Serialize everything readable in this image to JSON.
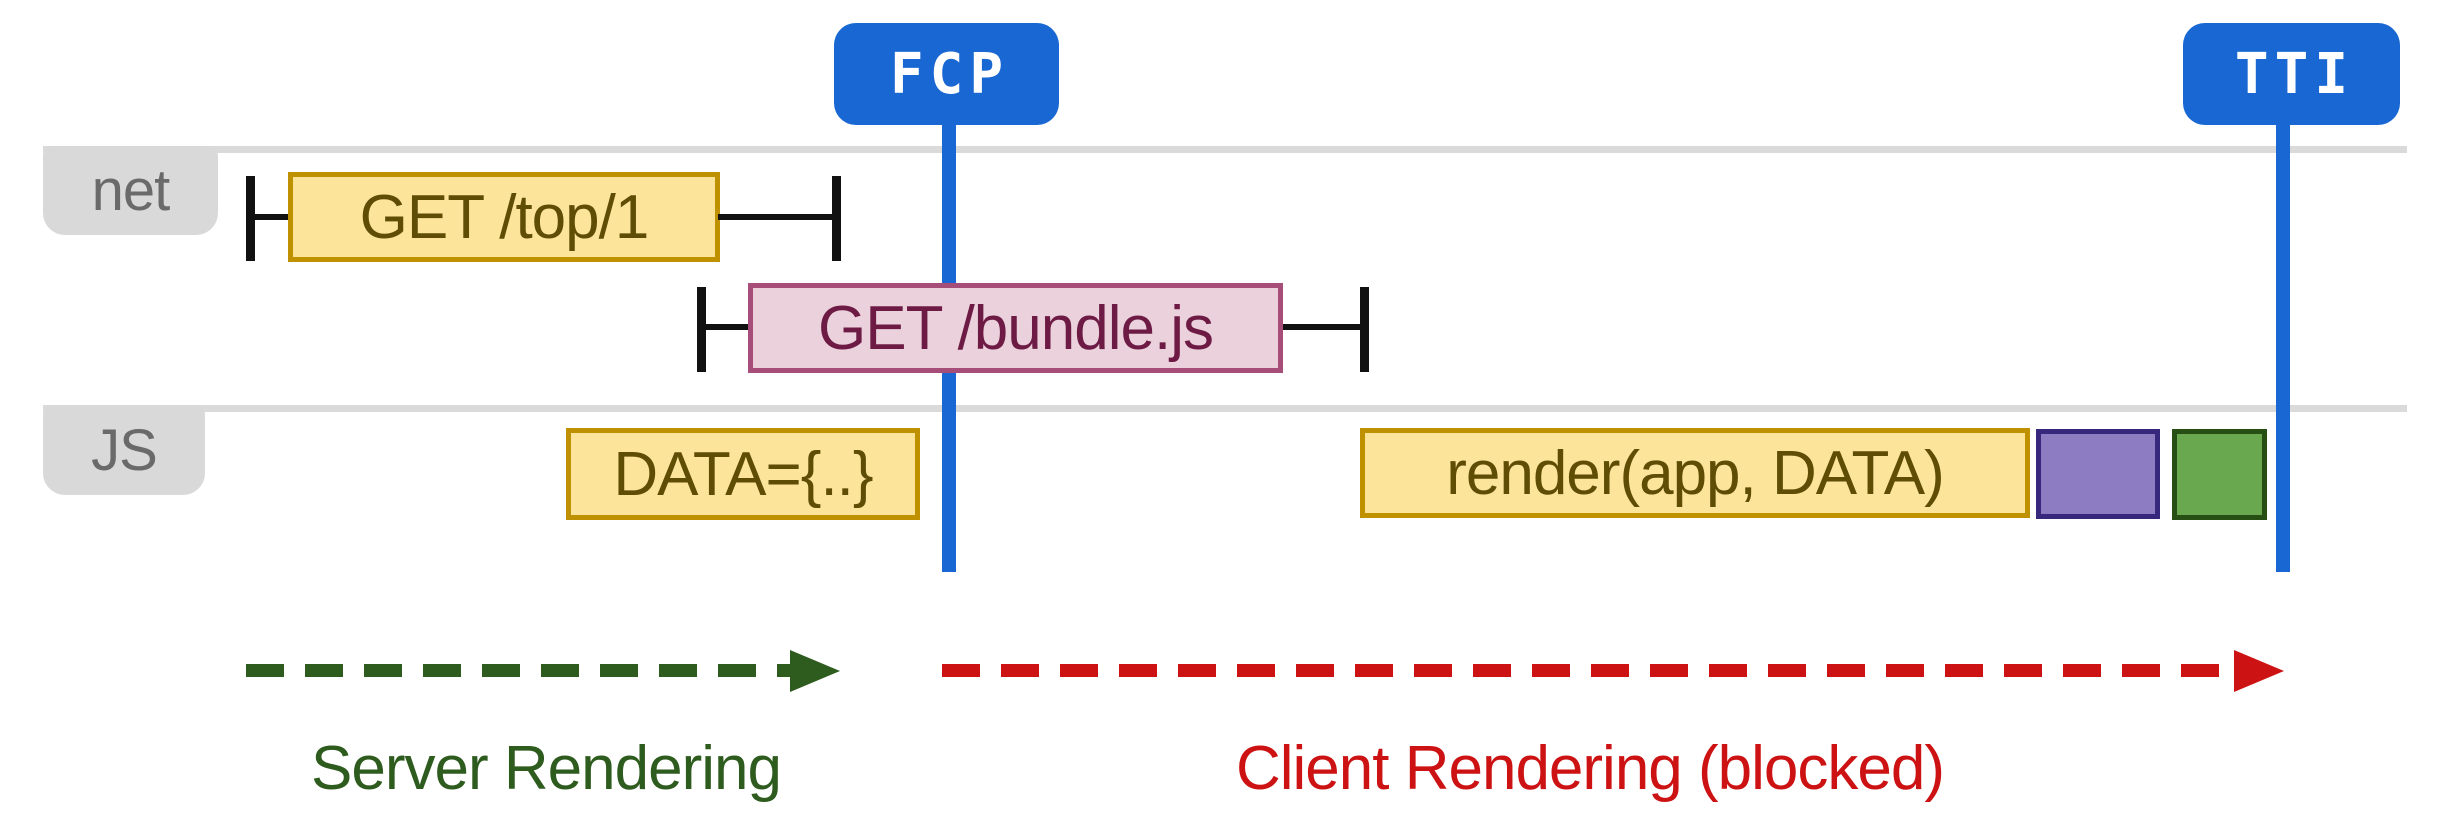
{
  "diagram": {
    "markers": [
      {
        "id": "fcp",
        "label": "FCP",
        "color": "#1967d2"
      },
      {
        "id": "tti",
        "label": "TTI",
        "color": "#1967d2"
      }
    ],
    "lanes": [
      {
        "id": "net",
        "label": "net"
      },
      {
        "id": "js",
        "label": "JS"
      }
    ],
    "network_tasks": [
      {
        "label": "GET /top/1",
        "fill": "#fde49b",
        "border": "#bf9000",
        "text_color": "#5f4d06"
      },
      {
        "label": "GET /bundle.js",
        "fill": "#ead1dc",
        "border": "#a64d79",
        "text_color": "#6d1b44"
      }
    ],
    "js_tasks": [
      {
        "label": "DATA={..}",
        "fill": "#fde49b",
        "border": "#bf9000",
        "text_color": "#5f4d06"
      },
      {
        "label": "render(app, DATA)",
        "fill": "#fde49b",
        "border": "#bf9000",
        "text_color": "#5f4d06"
      },
      {
        "name": "purple-task-chunk",
        "label": "",
        "fill": "#8e7cc3",
        "border": "#38287d"
      },
      {
        "name": "green-task-chunk",
        "label": "",
        "fill": "#6aa84f",
        "border": "#274e13"
      }
    ],
    "phases": [
      {
        "label": "Server Rendering",
        "color": "#2e5b1e"
      },
      {
        "label": "Client Rendering (blocked)",
        "color": "#cc1212"
      }
    ],
    "colors": {
      "lane_line": "#dadada",
      "lane_chip_bg": "#d9d9d9",
      "lane_chip_text": "#6a6a6a",
      "tick": "#111111",
      "marker_blue": "#1967d2"
    }
  }
}
